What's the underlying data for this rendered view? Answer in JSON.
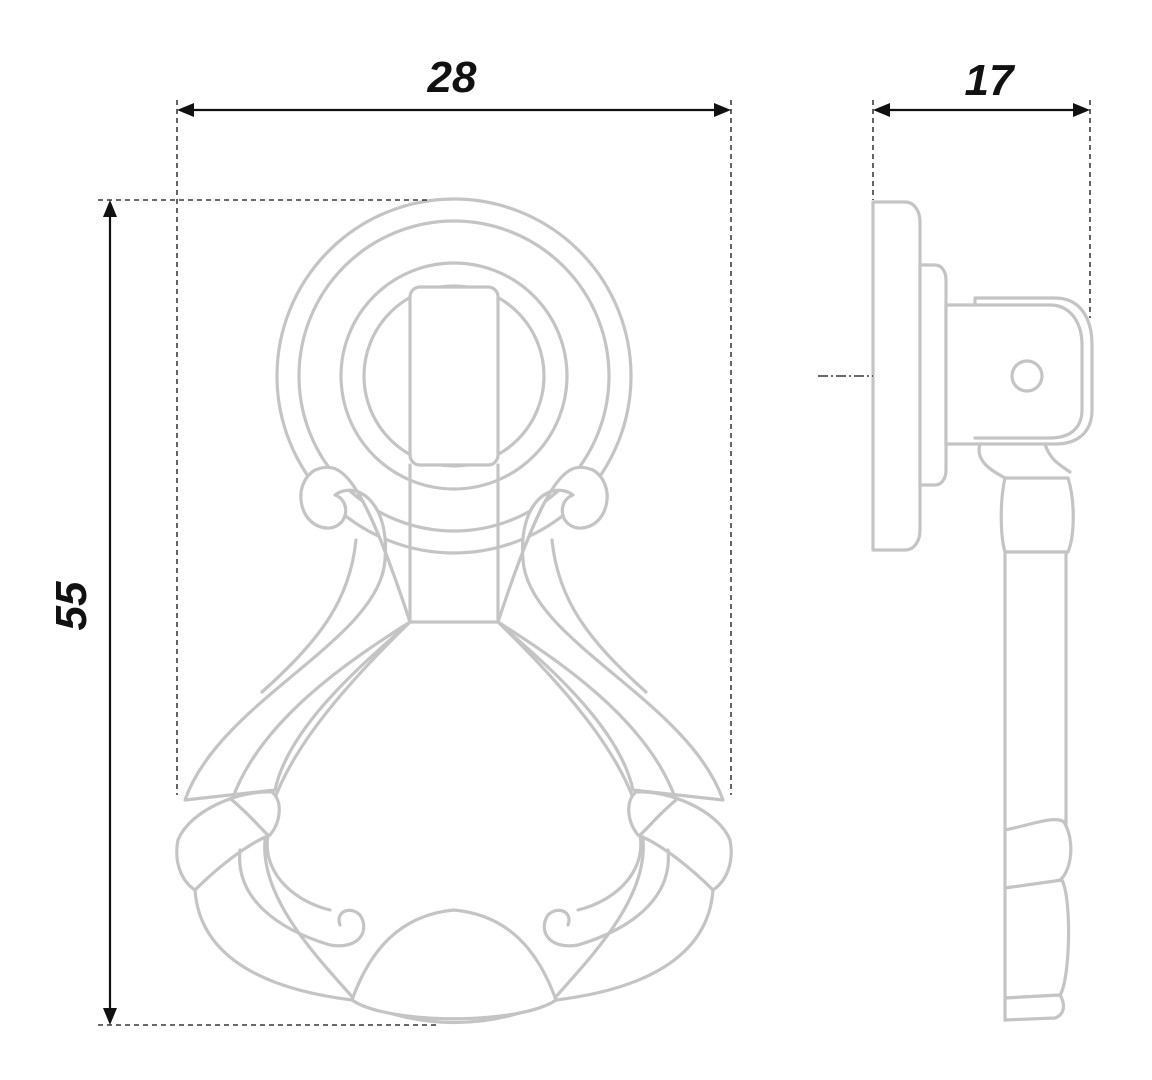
{
  "dimensions": {
    "width": "28",
    "depth": "17",
    "height": "55"
  },
  "colors": {
    "outline": "#c4c4c4",
    "dimension": "#111111",
    "background": "#ffffff"
  }
}
